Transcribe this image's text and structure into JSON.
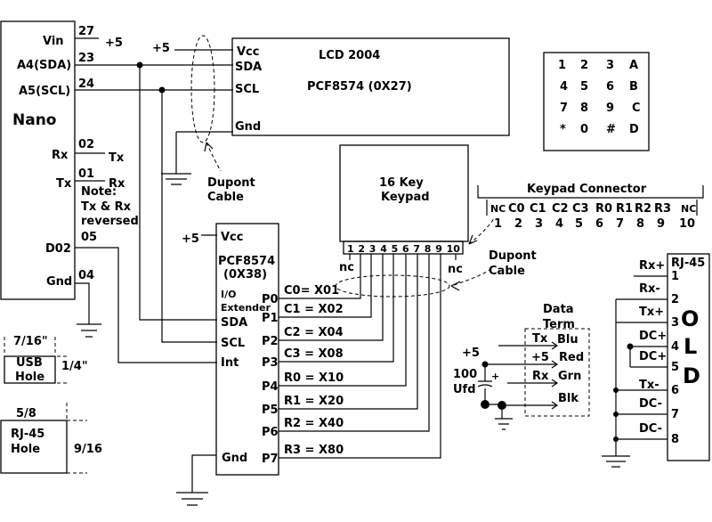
{
  "nano": {
    "title": "Nano",
    "pins": [
      {
        "label": "Vin",
        "num": "27"
      },
      {
        "label": "A4(SDA)",
        "num": "23"
      },
      {
        "label": "A5(SCL)",
        "num": "24"
      },
      {
        "label": "Rx",
        "num": "02"
      },
      {
        "label": "Tx",
        "num": "01"
      },
      {
        "label": "D02",
        "num": "05"
      },
      {
        "label": "Gnd",
        "num": "04"
      }
    ],
    "plus5": "+5",
    "tx": "Tx",
    "rx": "Rx",
    "note": [
      "Note:",
      "Tx & Rx",
      "reversed"
    ]
  },
  "lcd": {
    "pins": [
      "Vcc",
      "SDA",
      "SCL",
      "Gnd"
    ],
    "title": "LCD 2004",
    "chip": "PCF8574  (0X27)",
    "plus5": "+5"
  },
  "dupont_top": [
    "Dupont",
    "Cable"
  ],
  "keypad": {
    "title": [
      "16 Key",
      "Keypad"
    ],
    "pin_numbers": [
      "1",
      "2",
      "3",
      "4",
      "5",
      "6",
      "7",
      "8",
      "9",
      "10"
    ],
    "nc_left": "nc",
    "nc_right": "nc"
  },
  "dupont_mid": [
    "Dupont",
    "Cable"
  ],
  "keypad_grid": [
    [
      "1",
      "2",
      "3",
      "A"
    ],
    [
      "4",
      "5",
      "6",
      "B"
    ],
    [
      "7",
      "8",
      "9",
      "C"
    ],
    [
      "*",
      "0",
      "#",
      "D"
    ]
  ],
  "keypad_connector": {
    "title": "Keypad Connector",
    "signals": [
      "NC",
      "C0",
      "C1",
      "C2",
      "C3",
      "R0",
      "R1",
      "R2",
      "R3",
      "NC"
    ],
    "numbers": [
      "1",
      "2",
      "3",
      "4",
      "5",
      "6",
      "7",
      "8",
      "9",
      "10"
    ]
  },
  "extender": {
    "vcc": "Vcc",
    "plus5": "+5",
    "title": [
      "PCF8574",
      "(0X38)"
    ],
    "io": [
      "I/O",
      "Extender"
    ],
    "sda": "SDA",
    "scl": "SCL",
    "int": "Int",
    "gnd": "Gnd",
    "ports": [
      "P0",
      "P1",
      "P2",
      "P3",
      "P4",
      "P5",
      "P6",
      "P7"
    ],
    "signals": [
      "C0= X01",
      "C1 = X02",
      "C2 = X04",
      "C3 = X08",
      "R0 = X10",
      "R1 = X20",
      "R2 = X40",
      "R3 = X80"
    ]
  },
  "usb_hole": {
    "width": "7/16\"",
    "label": [
      "USB",
      "Hole"
    ],
    "height": "1/4\""
  },
  "rj45_hole": {
    "width": "5/8",
    "label": [
      "RJ-45",
      "Hole"
    ],
    "height": "9/16"
  },
  "data_term": {
    "title": [
      "Data",
      "Term"
    ],
    "plus5": "+5",
    "cap": [
      "100",
      "Ufd"
    ],
    "plus": "+",
    "rows": [
      {
        "sig": "Tx",
        "color": "Blu"
      },
      {
        "sig": "+5",
        "color": "Red"
      },
      {
        "sig": "Rx",
        "color": "Grn"
      },
      {
        "sig": "",
        "color": "Blk"
      }
    ]
  },
  "rj45": {
    "title": "RJ-45",
    "letters": [
      "O",
      "L",
      "D"
    ],
    "pins": [
      {
        "num": "1",
        "sig": "Rx+"
      },
      {
        "num": "2",
        "sig": "Rx-"
      },
      {
        "num": "3",
        "sig": "Tx+"
      },
      {
        "num": "4",
        "sig": "DC+"
      },
      {
        "num": "5",
        "sig": "DC+"
      },
      {
        "num": "6",
        "sig": "Tx-"
      },
      {
        "num": "7",
        "sig": "DC-"
      },
      {
        "num": "8",
        "sig": "DC-"
      }
    ]
  }
}
